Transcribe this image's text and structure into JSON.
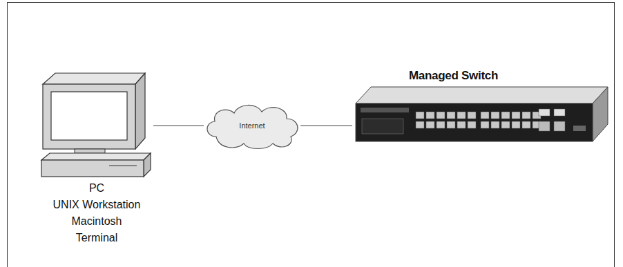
{
  "diagram": {
    "nodes": [
      {
        "text": [
          "PC",
          "UNIX Workstation",
          "Macintosh",
          "Terminal"
        ]
      },
      {
        "text": [
          "Internet"
        ]
      },
      {
        "text": [
          "Managed Switch"
        ]
      }
    ],
    "edges": [
      {
        "from": 0,
        "to": 1,
        "arrow": "none"
      },
      {
        "from": 1,
        "to": 2,
        "arrow": "none"
      }
    ]
  }
}
